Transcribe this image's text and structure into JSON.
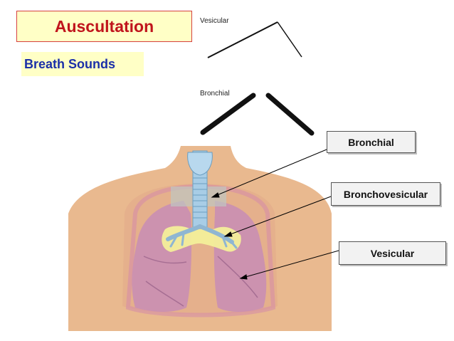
{
  "title": "Auscultation",
  "subtitle": "Breath Sounds",
  "waveforms": {
    "vesicular_label": "Vesicular",
    "bronchial_label": "Bronchial"
  },
  "callouts": {
    "bronchial": "Bronchial",
    "bronchovesicular": "Bronchovesicular",
    "vesicular": "Vesicular"
  },
  "colors": {
    "title_text": "#c0141c",
    "title_border": "#d64040",
    "box_fill": "#ffffc6",
    "subtitle_text": "#1b2fa8",
    "skin": "#e9b98f",
    "lung": "#c98fb3",
    "bronchi_zone": "#f3ef9a"
  }
}
